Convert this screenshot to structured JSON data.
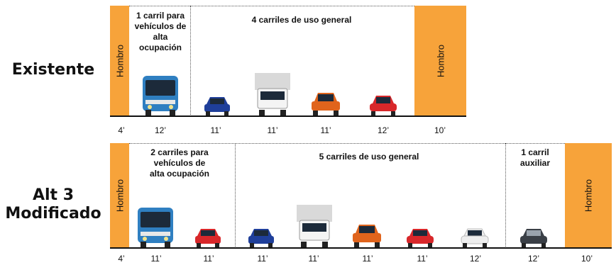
{
  "sections": [
    {
      "title": "Existente",
      "shoulders": [
        "Hombro",
        "Hombro"
      ],
      "lane_groups": [
        "1 carril para\nvehículos de alta\nocupación",
        "4 carriles de uso general"
      ],
      "dimensions": [
        "4’",
        "12’",
        "11’",
        "11’",
        "11’",
        "12’",
        "10’"
      ]
    },
    {
      "title": "Alt 3\nModificado",
      "shoulders": [
        "Hombro",
        "Hombro"
      ],
      "lane_groups": [
        "2 carriles para\nvehículos de\nalta ocupación",
        "5 carriles de uso general",
        "1 carril\nauxiliar"
      ],
      "dimensions": [
        "4’",
        "11’",
        "11’",
        "11’",
        "11’",
        "11’",
        "11’",
        "12’",
        "12’",
        "10’"
      ]
    }
  ],
  "colors": {
    "shoulder": "#f7a33a",
    "bus": "#2f7fc1",
    "car_blue": "#1f3f9a",
    "car_orange": "#e0641c",
    "car_red": "#d8272a",
    "car_white": "#eeeeee",
    "car_dark": "#3a3f46",
    "truck": "#d9d9d9"
  }
}
